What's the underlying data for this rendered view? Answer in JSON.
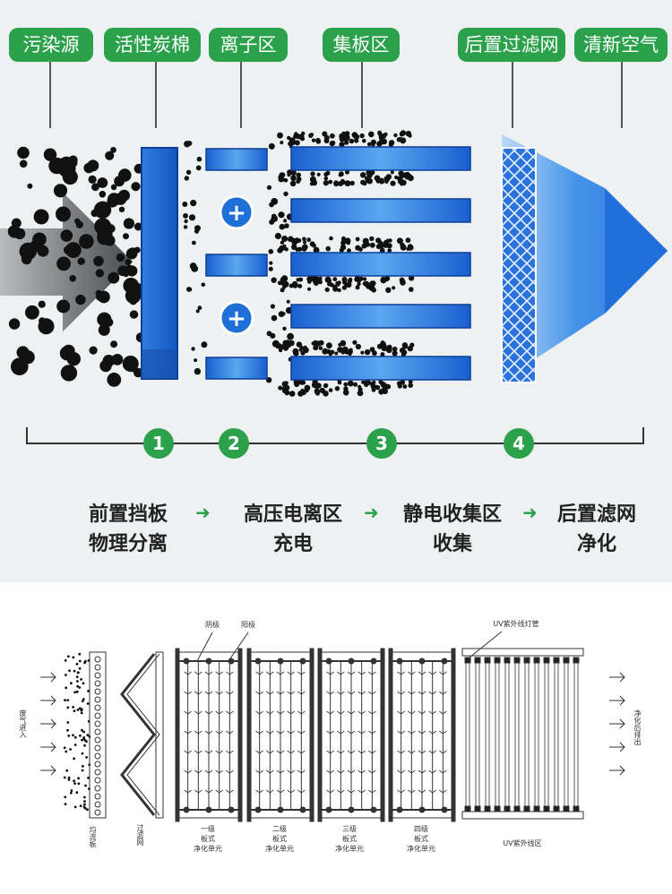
{
  "top": {
    "labels": [
      "污染源",
      "活性炭棉",
      "离子区",
      "集板区",
      "后置过滤网",
      "清新空气"
    ],
    "step_numbers": [
      "1",
      "2",
      "3",
      "4"
    ],
    "steps": [
      {
        "line1": "前置挡板",
        "line2": "物理分离"
      },
      {
        "line1": "高压电离区",
        "line2": "充电"
      },
      {
        "line1": "静电收集区",
        "line2": "收集"
      },
      {
        "line1": "后置滤网",
        "line2": "净化"
      }
    ],
    "step_arrow": "➜",
    "plus_sign": "+",
    "colors": {
      "green": "#2aa14a",
      "blue": "#1f6fd8",
      "panel": "#eef1f1"
    }
  },
  "bottom": {
    "cathode": "阴极",
    "anode": "阳极",
    "uv_lamp": "UV紫外线灯管",
    "inlet": "废气进入",
    "outlet": "净化后排出",
    "stage_labels": [
      {
        "l1": "一级",
        "l2": "板式",
        "l3": "净化单元"
      },
      {
        "l1": "二级",
        "l2": "板式",
        "l3": "净化单元"
      },
      {
        "l1": "三级",
        "l2": "板式",
        "l3": "净化单元"
      },
      {
        "l1": "四级",
        "l2": "板式",
        "l3": "净化单元"
      }
    ],
    "uv_zone": "UV紫外线区",
    "equalizer": "均流板",
    "filter": "过滤网"
  }
}
